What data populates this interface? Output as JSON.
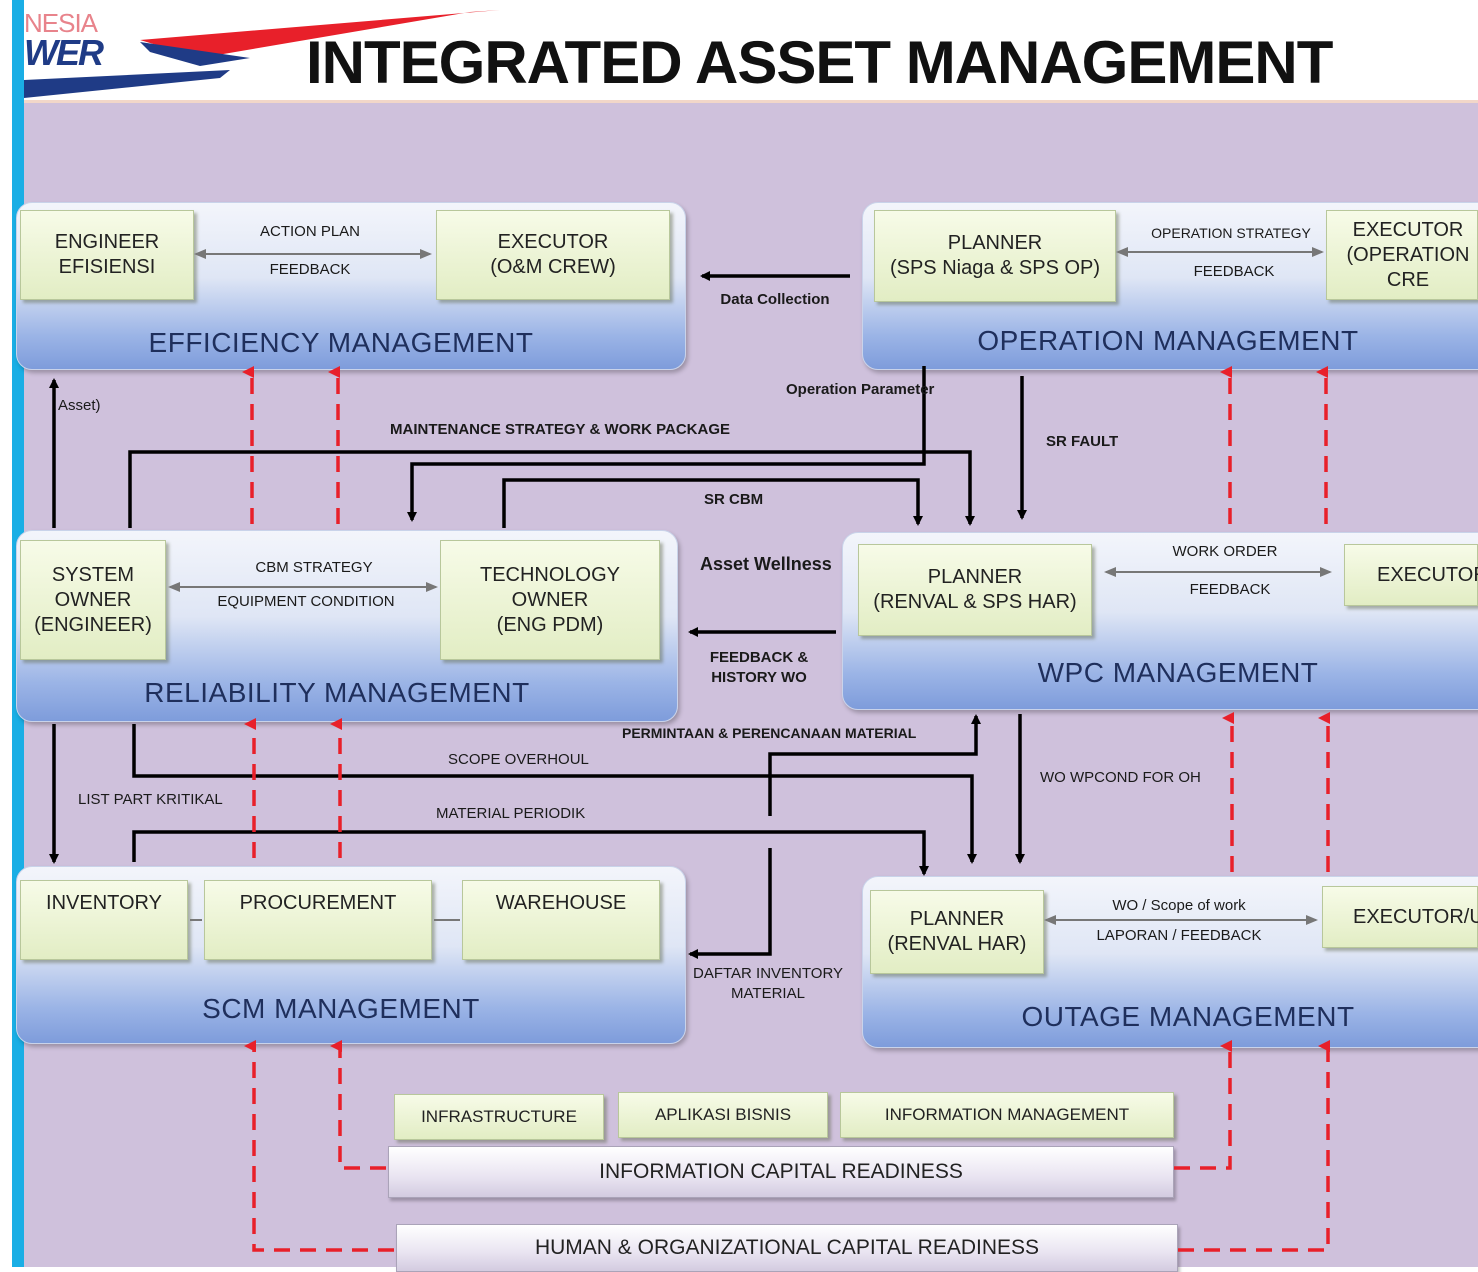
{
  "header": {
    "logo_line1": "NESIA",
    "logo_line2": "WER",
    "title": "INTEGRATED ASSET MANAGEMENT"
  },
  "colors": {
    "background": "#cfc1dc",
    "panel_bottom": "#7e9cdb",
    "green_box": "#e2edc4",
    "solid_arrow": "#000000",
    "dashed_arrow": "#e8202a",
    "side_bar": "#1aaee5"
  },
  "panels": {
    "efficiency": {
      "label": "EFFICIENCY MANAGEMENT",
      "box_left": "ENGINEER\nEFISIENSI",
      "box_right": "EXECUTOR\n(O&M CREW)",
      "arrow_top": "ACTION PLAN",
      "arrow_bottom": "FEEDBACK"
    },
    "operation": {
      "label": "OPERATION MANAGEMENT",
      "box_left": "PLANNER\n(SPS Niaga & SPS OP)",
      "box_right": "EXECUTOR\n(OPERATION CRE",
      "arrow_top": "OPERATION STRATEGY",
      "arrow_bottom": "FEEDBACK"
    },
    "reliability": {
      "label": "RELIABILITY MANAGEMENT",
      "box_left": "SYSTEM\nOWNER\n(ENGINEER)",
      "box_right": "TECHNOLOGY\nOWNER\n(ENG PDM)",
      "arrow_top": "CBM STRATEGY",
      "arrow_bottom": "EQUIPMENT CONDITION"
    },
    "wpc": {
      "label": "WPC MANAGEMENT",
      "box_left": "PLANNER\n(RENVAL & SPS HAR)",
      "box_right": "EXECUTOR",
      "arrow_top": "WORK ORDER",
      "arrow_bottom": "FEEDBACK"
    },
    "scm": {
      "label": "SCM MANAGEMENT",
      "box_1": "INVENTORY",
      "box_2": "PROCUREMENT",
      "box_3": "WAREHOUSE"
    },
    "outage": {
      "label": "OUTAGE MANAGEMENT",
      "box_left": "PLANNER\n(RENVAL HAR)",
      "box_right": "EXECUTOR/U",
      "arrow_top": "WO / Scope of work",
      "arrow_bottom": "LAPORAN / FEEDBACK"
    }
  },
  "flows": {
    "data_collection": "Data Collection",
    "operation_parameter": "Operation Parameter",
    "asset": "Asset)",
    "maintenance_strategy": "MAINTENANCE STRATEGY & WORK PACKAGE",
    "sr_fault": "SR FAULT",
    "sr_cbm": "SR CBM",
    "asset_wellness": "Asset Wellness",
    "feedback_history": "FEEDBACK &\nHISTORY WO",
    "permintaan_material": "PERMINTAAN & PERENCANAAN MATERIAL",
    "scope_overhoul": "SCOPE OVERHOUL",
    "list_part_kritikal": "LIST PART KRITIKAL",
    "material_periodik": "MATERIAL PERIODIK",
    "wo_wpcond": "WO WPCOND FOR OH",
    "daftar_inventory": "DAFTAR INVENTORY\nMATERIAL"
  },
  "readiness": {
    "infrastructure": "INFRASTRUCTURE",
    "aplikasi_bisnis": "APLIKASI BISNIS",
    "information_management": "INFORMATION MANAGEMENT",
    "information_capital": "INFORMATION CAPITAL READINESS",
    "human_org_capital": "HUMAN & ORGANIZATIONAL CAPITAL READINESS"
  }
}
